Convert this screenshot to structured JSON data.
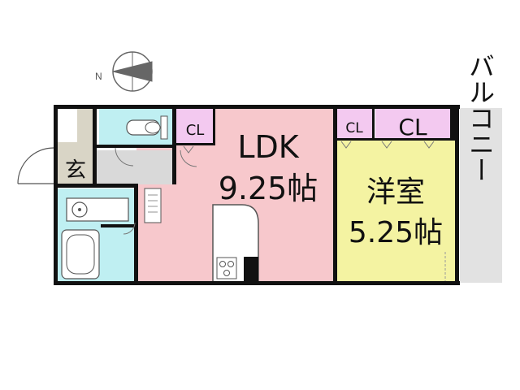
{
  "compass": {
    "north_label": "N"
  },
  "rooms": {
    "ldk": {
      "name": "LDK",
      "size": "9.25帖"
    },
    "western": {
      "name": "洋室",
      "size": "5.25帖"
    },
    "entrance": {
      "name": "玄"
    },
    "balcony": {
      "name": "バルコニー"
    },
    "closet_ldk": {
      "name": "CL"
    },
    "closet_western_small": {
      "name": "CL"
    },
    "closet_western_large": {
      "name": "CL"
    }
  },
  "colors": {
    "ldk": "#f7c8cc",
    "western": "#f4f3a2",
    "wet_area": "#bfeff2",
    "closet": "#f3c9f0",
    "entrance": "#d9d5c6",
    "corridor": "#d9d9d9",
    "balcony": "#e2e2e2",
    "wall": "#111111"
  },
  "icons": [
    "compass-icon",
    "toilet-icon",
    "washbasin-icon",
    "bathtub-icon",
    "stove-icon",
    "washing-machine-icon"
  ]
}
